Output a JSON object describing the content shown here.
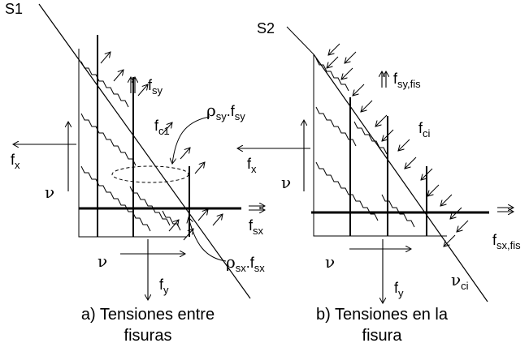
{
  "panel_a": {
    "section_label": "S1",
    "caption_line1": "a) Tensiones entre",
    "caption_line2": "fisuras",
    "labels": {
      "fsy": {
        "base": "f",
        "sub": "sy"
      },
      "fc1": {
        "base": "f",
        "sub": "c1"
      },
      "rho_sy": {
        "g": "ρ",
        "sub1": "sy",
        "mid": ".f",
        "sub2": "sy"
      },
      "rho_sx": {
        "g": "ρ",
        "sub1": "sx",
        "mid": ".f",
        "sub2": "sx"
      },
      "fx": {
        "base": "f",
        "sub": "x"
      },
      "fsx": {
        "base": "f",
        "sub": "sx"
      },
      "fy": {
        "base": "f",
        "sub": "y"
      },
      "nu_left": "ν",
      "nu_bottom": "ν"
    }
  },
  "panel_b": {
    "section_label": "S2",
    "caption_line1": "b) Tensiones en la",
    "caption_line2": "fisura",
    "labels": {
      "fsy": {
        "base": "f",
        "sub": "sy,fis"
      },
      "fci": {
        "base": "f",
        "sub": "ci"
      },
      "fx": {
        "base": "f",
        "sub": "x"
      },
      "fsx": {
        "base": "f",
        "sub": "sx,fis"
      },
      "fy": {
        "base": "f",
        "sub": "y"
      },
      "nu_left": "ν",
      "nu_bottom": "ν",
      "nu_ci": {
        "g": "ν",
        "sub": "ci"
      }
    }
  }
}
